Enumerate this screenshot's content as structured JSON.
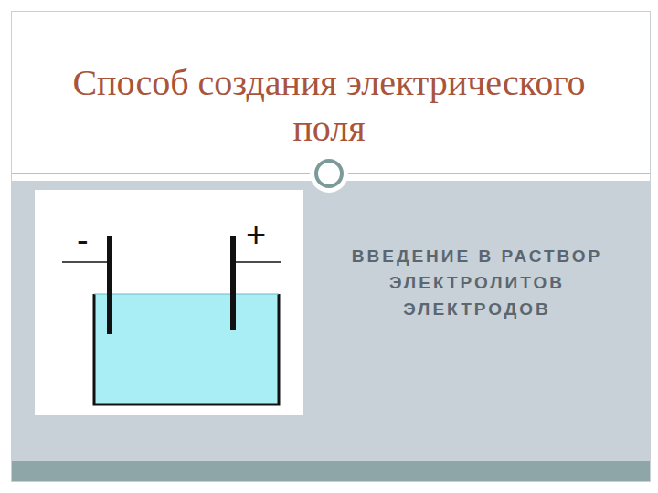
{
  "diagram": {
    "title": "Способ создания электрического поля",
    "labels": [
      "-",
      "+",
      "ВВЕДЕНИЕ В РАСТВОР ЭЛЕКТРОЛИТОВ ЭЛЕКТРОДОВ"
    ]
  }
}
